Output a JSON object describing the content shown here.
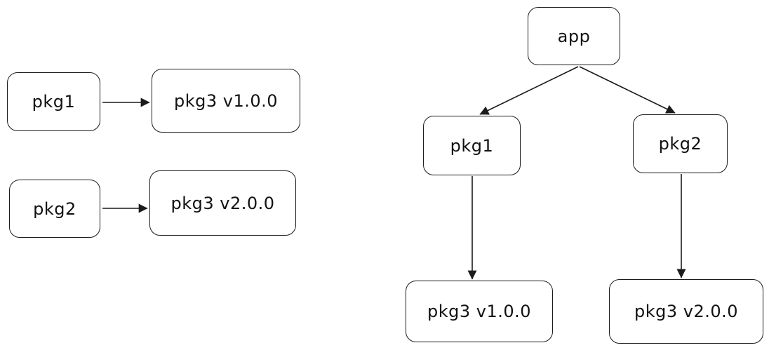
{
  "colors": {
    "canvas_bg": "#ffffff",
    "node_fill": "#ffffff",
    "stroke": "#1b1b1b",
    "text": "#111111"
  },
  "left_graph": {
    "description": "flat duplicated-dependency pairs",
    "nodes": [
      {
        "id": "pkg1",
        "label": "pkg1"
      },
      {
        "id": "pkg3_v1",
        "label": "pkg3 v1.0.0"
      },
      {
        "id": "pkg2",
        "label": "pkg2"
      },
      {
        "id": "pkg3_v2",
        "label": "pkg3 v2.0.0"
      }
    ],
    "edges": [
      {
        "from": "pkg1",
        "to": "pkg3 v1.0.0"
      },
      {
        "from": "pkg2",
        "to": "pkg3 v2.0.0"
      }
    ]
  },
  "right_graph": {
    "description": "dependency tree",
    "nodes": [
      {
        "id": "app",
        "label": "app"
      },
      {
        "id": "pkg1",
        "label": "pkg1"
      },
      {
        "id": "pkg2",
        "label": "pkg2"
      },
      {
        "id": "pkg3_v1",
        "label": "pkg3 v1.0.0"
      },
      {
        "id": "pkg3_v2",
        "label": "pkg3 v2.0.0"
      }
    ],
    "edges": [
      {
        "from": "app",
        "to": "pkg1"
      },
      {
        "from": "app",
        "to": "pkg2"
      },
      {
        "from": "pkg1",
        "to": "pkg3 v1.0.0"
      },
      {
        "from": "pkg2",
        "to": "pkg3 v2.0.0"
      }
    ]
  }
}
